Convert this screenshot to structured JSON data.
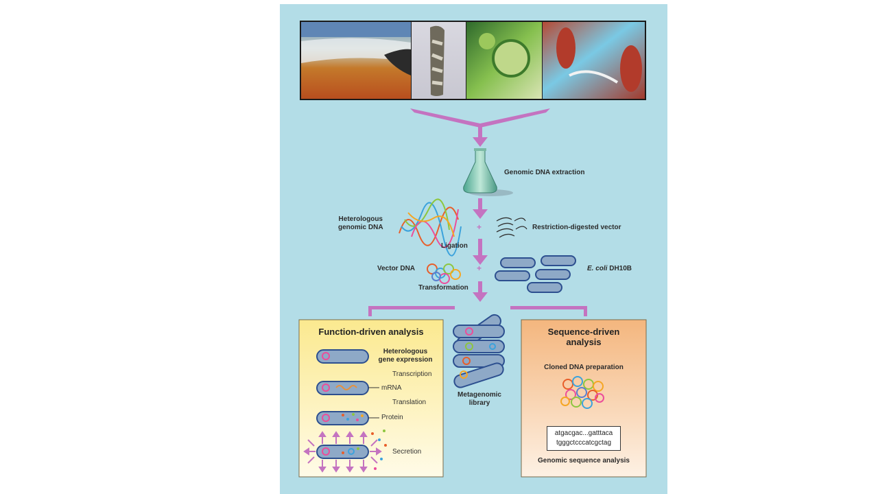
{
  "labels": {
    "extraction": "Genomic DNA extraction",
    "heterologous": "Heterologous\ngenomic DNA",
    "restriction": "Restriction-digested vector",
    "ligation": "Ligation",
    "vector": "Vector DNA",
    "ecoli_italic": "E. coli",
    "ecoli_strain": " DH10B",
    "transformation": "Transformation",
    "plus": "+",
    "library": "Metagenomic\nlibrary"
  },
  "function_box": {
    "title": "Function-driven analysis",
    "expression": "Heterologous\ngene expression",
    "transcription": "Transcription",
    "mrna": "mRNA",
    "translation": "Translation",
    "protein": "Protein",
    "secretion": "Secretion"
  },
  "sequence_box": {
    "title": "Sequence-driven\nanalysis",
    "prep": "Cloned DNA preparation",
    "seq_line1": "atgacgac...gatttaca",
    "seq_line2": "tgggctcccatcgctag",
    "analysis": "Genomic sequence analysis"
  },
  "colors": {
    "background": "#b3dde7",
    "arrow": "#c473c0",
    "cell_fill": "#8ea9c7",
    "cell_stroke": "#2c4f8f",
    "function_box": "#fdf4bd",
    "sequence_box": "#f6c79a"
  }
}
